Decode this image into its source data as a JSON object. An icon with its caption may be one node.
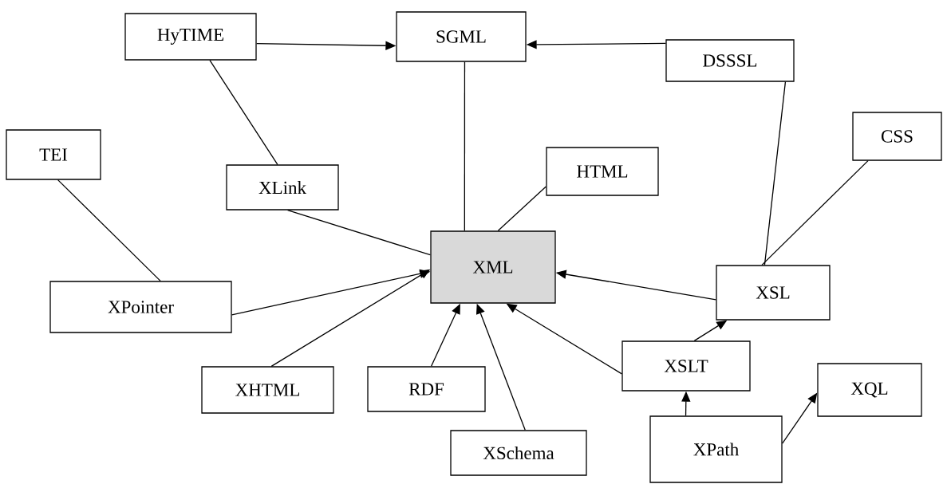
{
  "diagram": {
    "nodes": [
      {
        "text": [
          "HyTIME"
        ]
      },
      {
        "text": [
          "SGML"
        ]
      },
      {
        "text": [
          "DSSSL"
        ]
      },
      {
        "text": [
          "TEI"
        ]
      },
      {
        "text": [
          "XLink"
        ]
      },
      {
        "text": [
          "HTML"
        ]
      },
      {
        "text": [
          "CSS"
        ]
      },
      {
        "text": [
          "XML"
        ]
      },
      {
        "text": [
          "XPointer"
        ]
      },
      {
        "text": [
          "XSL"
        ]
      },
      {
        "text": [
          "XHTML"
        ]
      },
      {
        "text": [
          "RDF"
        ]
      },
      {
        "text": [
          "XSLT"
        ]
      },
      {
        "text": [
          "XQL"
        ]
      },
      {
        "text": [
          "XSchema"
        ]
      },
      {
        "text": [
          "XPath"
        ]
      }
    ],
    "edges": [
      {
        "from": 0,
        "to": 1,
        "arrow": "to"
      },
      {
        "from": 2,
        "to": 1,
        "arrow": "to"
      },
      {
        "from": 1,
        "to": 7,
        "arrow": "none"
      },
      {
        "from": 0,
        "to": 4,
        "arrow": "none"
      },
      {
        "from": 4,
        "to": 7,
        "arrow": "none"
      },
      {
        "from": 5,
        "to": 7,
        "arrow": "none"
      },
      {
        "from": 3,
        "to": 8,
        "arrow": "none"
      },
      {
        "from": 8,
        "to": 7,
        "arrow": "to"
      },
      {
        "from": 10,
        "to": 7,
        "arrow": "to"
      },
      {
        "from": 11,
        "to": 7,
        "arrow": "to"
      },
      {
        "from": 14,
        "to": 7,
        "arrow": "to"
      },
      {
        "from": 12,
        "to": 7,
        "arrow": "to"
      },
      {
        "from": 9,
        "to": 7,
        "arrow": "to"
      },
      {
        "from": 2,
        "to": 9,
        "arrow": "none"
      },
      {
        "from": 6,
        "to": 9,
        "arrow": "none"
      },
      {
        "from": 12,
        "to": 9,
        "arrow": "to"
      },
      {
        "from": 15,
        "to": 12,
        "arrow": "to"
      },
      {
        "from": 15,
        "to": 13,
        "arrow": "to"
      }
    ]
  }
}
